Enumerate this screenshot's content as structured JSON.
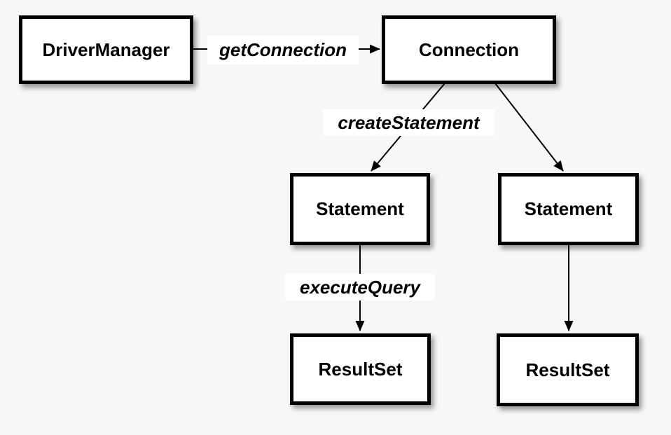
{
  "nodes": {
    "driver_manager": {
      "label": "DriverManager"
    },
    "connection": {
      "label": "Connection"
    },
    "statement_left": {
      "label": "Statement"
    },
    "statement_right": {
      "label": "Statement"
    },
    "resultset_left": {
      "label": "ResultSet"
    },
    "resultset_right": {
      "label": "ResultSet"
    }
  },
  "edges": {
    "get_connection": {
      "label": "getConnection"
    },
    "create_statement": {
      "label": "createStatement"
    },
    "execute_query": {
      "label": "executeQuery"
    }
  },
  "colors": {
    "background": "#f7f7f7",
    "box_fill": "#ffffff",
    "box_border": "#000000",
    "line": "#000000",
    "label_background": "#ffffff",
    "text": "#000000"
  }
}
